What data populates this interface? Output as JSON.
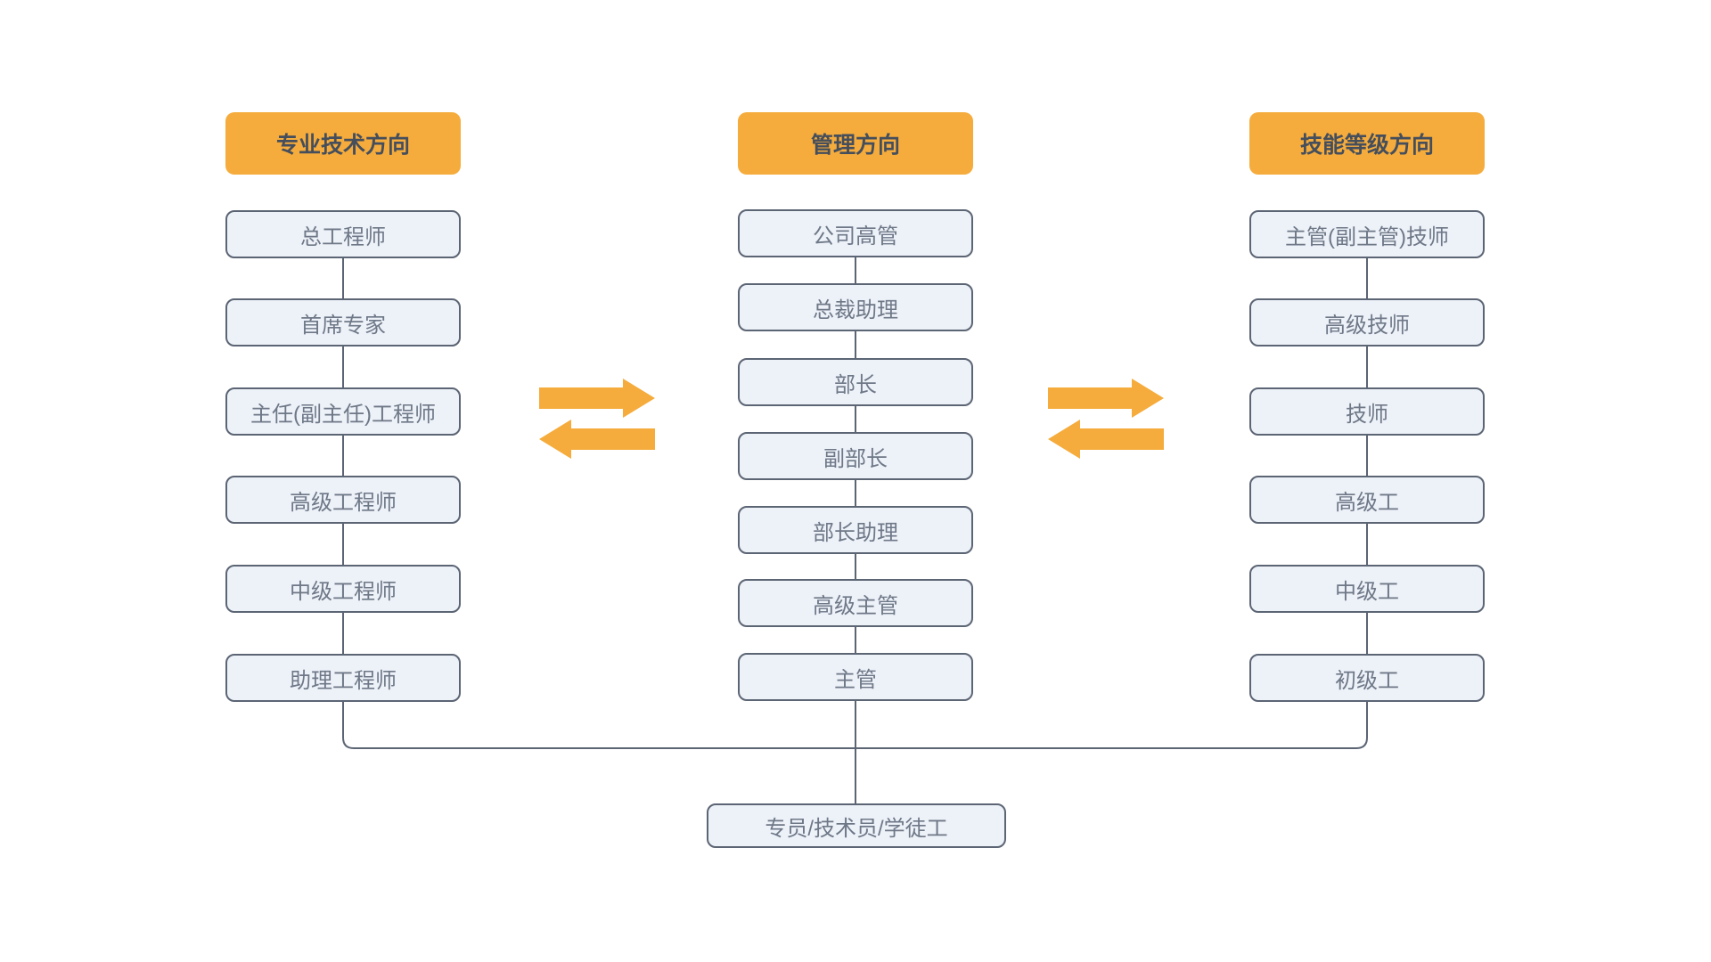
{
  "diagram": {
    "title": "career-path-diagram",
    "columns": [
      {
        "header": "专业技术方向",
        "items": [
          "总工程师",
          "首席专家",
          "主任(副主任)工程师",
          "高级工程师",
          "中级工程师",
          "助理工程师"
        ]
      },
      {
        "header": "管理方向",
        "items": [
          "公司高管",
          "总裁助理",
          "部长",
          "副部长",
          "部长助理",
          "高级主管",
          "主管"
        ]
      },
      {
        "header": "技能等级方向",
        "items": [
          "主管(副主管)技师",
          "高级技师",
          "技师",
          "高级工",
          "中级工",
          "初级工"
        ]
      }
    ],
    "base_item": "专员/技术员/学徒工",
    "colors": {
      "header_bg": "#F5AC3C",
      "arrow": "#F5AC3C",
      "box_bg": "#EDF1F8",
      "box_border": "#5C6574",
      "box_text": "#6E7887",
      "header_text": "#454E5C",
      "line": "#5C6574",
      "canvas_bg": "#FFFFFF"
    }
  }
}
